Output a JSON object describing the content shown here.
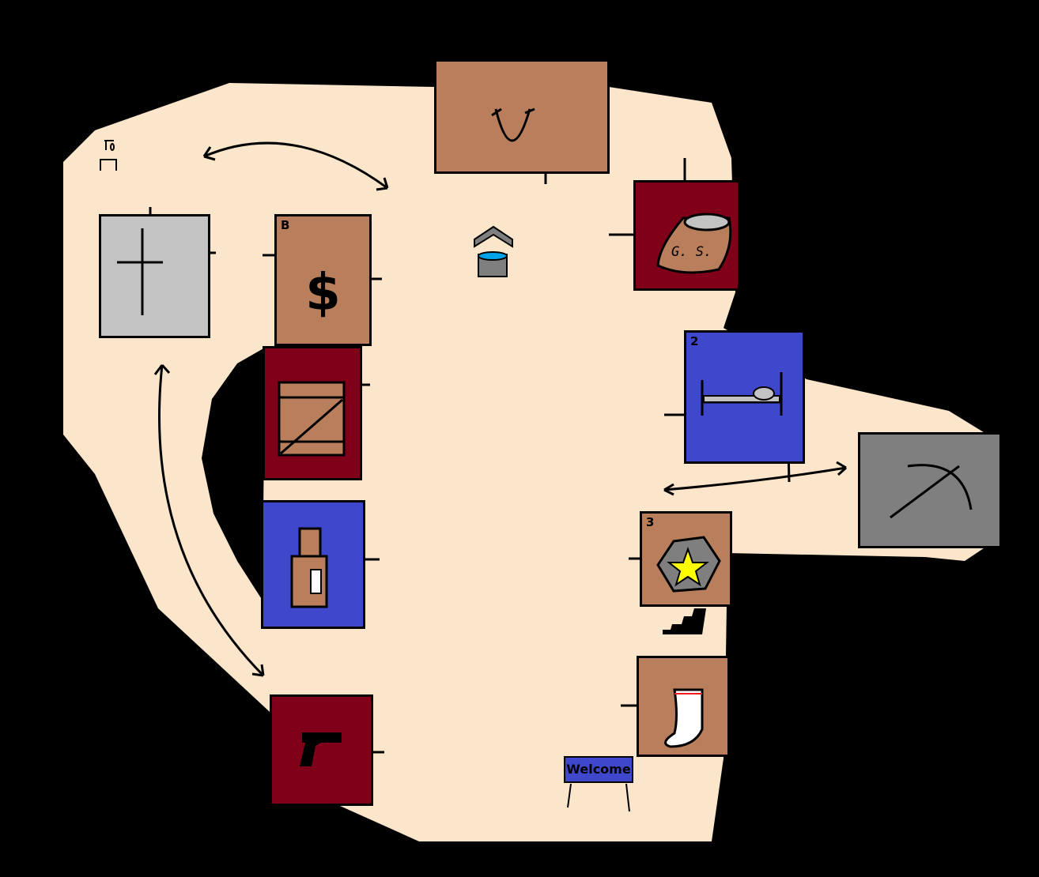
{
  "map": {
    "colors": {
      "ground": "#fce6cb",
      "brown": "#b97f5c",
      "red": "#7f0018",
      "blue": "#3f48cc",
      "gray": "#c3c3c3",
      "dark_gray": "#7f7f7f"
    },
    "buildings": [
      {
        "name": "graveyard",
        "icon": "cross-icon"
      },
      {
        "name": "bank",
        "label": "B",
        "icon": "dollar-icon",
        "symbol": "$"
      },
      {
        "name": "saloon-top",
        "icon": "horseshoe-icon"
      },
      {
        "name": "general-store",
        "icon": "sack-icon",
        "text": "G. S."
      },
      {
        "name": "storage",
        "icon": "crate-icon"
      },
      {
        "name": "hotel",
        "label": "2",
        "icon": "bed-icon"
      },
      {
        "name": "mine",
        "icon": "pickaxe-icon"
      },
      {
        "name": "bar",
        "icon": "bottle-icon"
      },
      {
        "name": "sheriff",
        "label": "3",
        "icon": "star-badge-icon"
      },
      {
        "name": "clothing-store",
        "icon": "sock-icon"
      },
      {
        "name": "gun-shop",
        "icon": "pistol-icon"
      }
    ],
    "landmarks": {
      "well": "well-icon",
      "gallows": "gallows-icon",
      "stairs": "stairs-icon"
    },
    "sign": "Welcome"
  }
}
